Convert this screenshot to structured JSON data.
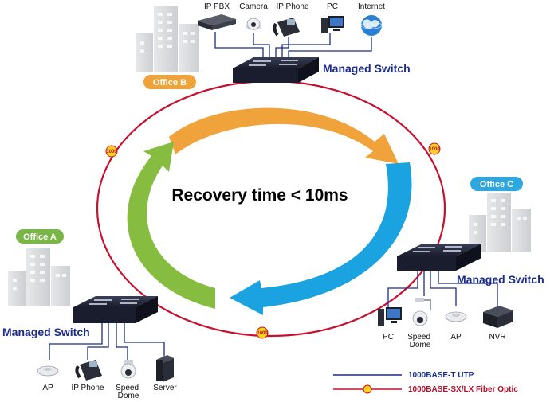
{
  "center_text": "Recovery time < 10ms",
  "switch_label": "Managed Switch",
  "offices": {
    "a": "Office A",
    "b": "Office B",
    "c": "Office C"
  },
  "office_b_devices": [
    "IP PBX",
    "Camera",
    "IP Phone",
    "PC",
    "Internet"
  ],
  "office_a_devices": [
    "AP",
    "IP Phone",
    "Speed\nDome",
    "Server"
  ],
  "office_c_devices": [
    "PC",
    "Speed\nDome",
    "AP",
    "NVR"
  ],
  "link_badge": "1000",
  "legend": {
    "utp": "1000BASE-T UTP",
    "fiber": "1000BASE-SX/LX Fiber Optic"
  },
  "colors": {
    "ring": "#c8102e",
    "utp_line": "#1b2b8c",
    "office_a": "#7ab547",
    "office_b": "#f0a33a",
    "office_c": "#2ea7e0",
    "arrow_orange": "#f0a33a",
    "arrow_blue": "#1aa3e0",
    "arrow_green": "#86bc3f",
    "switch_body": "#1a1d2e"
  }
}
